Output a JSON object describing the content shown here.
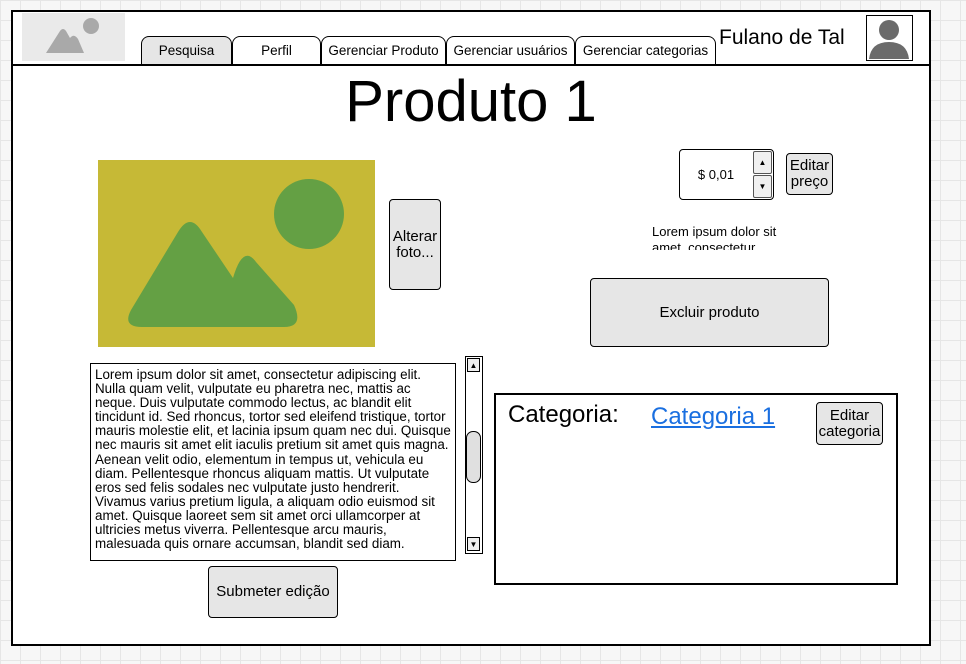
{
  "nav": {
    "tabs": [
      {
        "label": "Pesquisa",
        "active": true
      },
      {
        "label": "Perfil",
        "active": false
      },
      {
        "label": "Gerenciar Produto",
        "active": false
      },
      {
        "label": "Gerenciar usuários",
        "active": false
      },
      {
        "label": "Gerenciar categorias",
        "active": false
      }
    ]
  },
  "user": {
    "name": "Fulano de Tal"
  },
  "product": {
    "title": "Produto 1",
    "change_photo_label": "Alterar foto...",
    "price": "$ 0,01",
    "edit_price_label": "Editar preço",
    "price_description": "Lorem ipsum dolor sit amet, consectetur",
    "delete_label": "Excluir produto",
    "description": "Lorem ipsum dolor sit amet, consectetur adipiscing elit. Nulla quam velit, vulputate eu pharetra nec, mattis ac neque. Duis vulputate commodo lectus, ac blandit elit tincidunt id. Sed rhoncus, tortor sed eleifend tristique, tortor mauris molestie elit, et lacinia ipsum quam nec dui. Quisque nec mauris sit amet elit iaculis pretium sit amet quis magna. Aenean velit odio, elementum in tempus ut, vehicula eu diam. Pellentesque rhoncus aliquam mattis. Ut vulputate eros sed felis sodales nec vulputate justo hendrerit. Vivamus varius pretium ligula, a aliquam odio euismod sit amet. Quisque laoreet sem sit amet orci ullamcorper at ultricies metus viverra. Pellentesque arcu mauris, malesuada quis ornare accumsan, blandit sed diam.",
    "submit_label": "Submeter edição"
  },
  "category": {
    "label": "Categoria:",
    "value": "Categoria 1",
    "edit_label": "Editar categoria"
  },
  "colors": {
    "image_bg": "#c6b936",
    "image_shape": "#64a044",
    "link": "#1a6fe0",
    "button_bg": "#e6e6e6"
  },
  "icons": {
    "logo": "image-placeholder-icon",
    "avatar": "user-silhouette-icon",
    "spin_up": "triangle-up",
    "spin_down": "triangle-down"
  }
}
